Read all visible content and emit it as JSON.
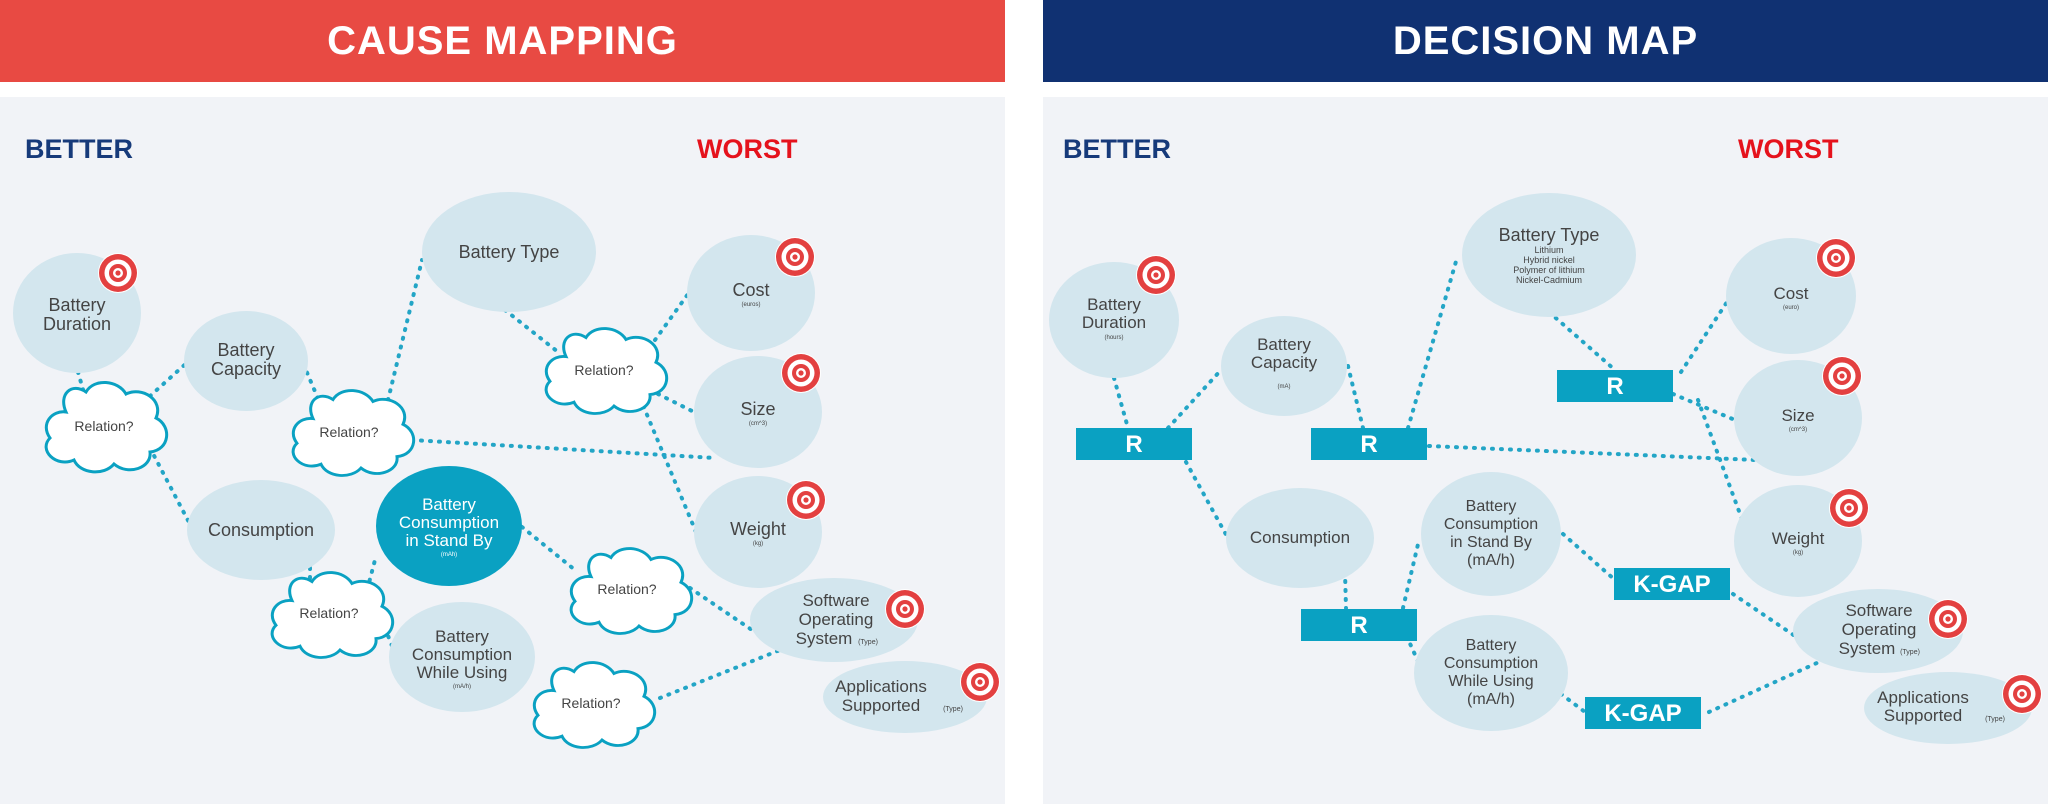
{
  "colors": {
    "cause_header": "#e84a43",
    "decision_header": "#103172",
    "better": "#163a7a",
    "worst": "#e5121c",
    "node_fill": "#d3e6ee",
    "node_dark": "#0aa1c2",
    "connector": "#23a5c6",
    "box_fill": "#0aa1c2",
    "target": "#e34040"
  },
  "cause": {
    "title": "CAUSE MAPPING",
    "better": "BETTER",
    "worst": "WORST",
    "nodes": {
      "battery_duration": [
        "Battery",
        "Duration"
      ],
      "battery_capacity": [
        "Battery",
        "Capacity"
      ],
      "battery_type": [
        "Battery Type"
      ],
      "consumption": [
        "Consumption"
      ],
      "standby": [
        "Battery",
        "Consumption",
        "in Stand By"
      ],
      "standby_unit": "(mAh)",
      "while_using": [
        "Battery",
        "Consumption",
        "While Using"
      ],
      "while_using_unit": "(mA/h)",
      "cost": "Cost",
      "cost_unit": "(euros)",
      "size": "Size",
      "size_unit": "(cm^3)",
      "weight": "Weight",
      "weight_unit": "(kg)",
      "software": [
        "Software",
        "Operating",
        "System"
      ],
      "software_unit": "(Type)",
      "applications": [
        "Applications",
        "Supported"
      ],
      "applications_unit": "(Type)"
    },
    "relation_label": "Relation?"
  },
  "decision": {
    "title": "DECISION MAP",
    "better": "BETTER",
    "worst": "WORST",
    "nodes": {
      "battery_duration": [
        "Battery",
        "Duration"
      ],
      "battery_duration_unit": "(hours)",
      "battery_capacity": [
        "Battery",
        "Capacity"
      ],
      "battery_capacity_unit": "(mA)",
      "battery_type": "Battery Type",
      "battery_type_items": [
        "Lithium",
        "Hybrid nickel",
        "Polymer of lithium",
        "Nickel-Cadmium"
      ],
      "consumption": "Consumption",
      "standby": [
        "Battery",
        "Consumption",
        "in Stand By",
        "(mA/h)"
      ],
      "while_using": [
        "Battery",
        "Consumption",
        "While Using",
        "(mA/h)"
      ],
      "cost": "Cost",
      "cost_unit": "(euro)",
      "size": "Size",
      "size_unit": "(cm^3)",
      "weight": "Weight",
      "weight_unit": "(kg)",
      "software": [
        "Software",
        "Operating",
        "System"
      ],
      "software_unit": "(Type)",
      "applications": [
        "Applications",
        "Supported"
      ],
      "applications_unit": "(Type)"
    },
    "r_label": "R",
    "kgap_label": "K-GAP"
  }
}
